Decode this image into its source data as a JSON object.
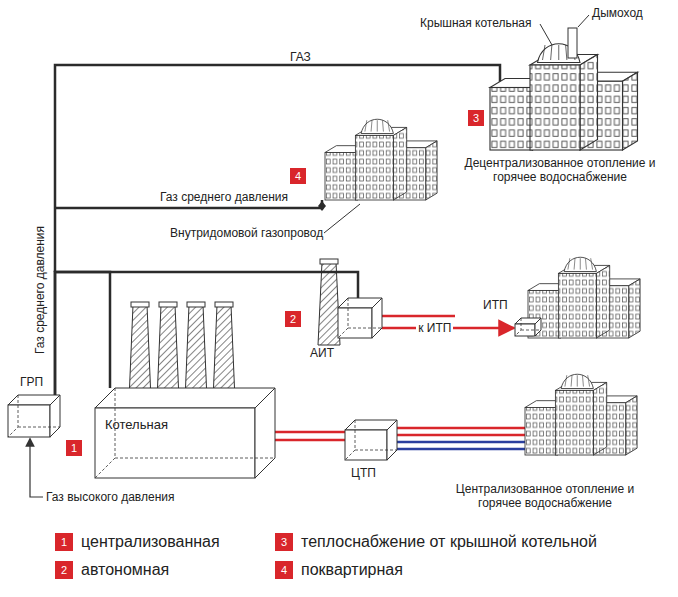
{
  "diagram": {
    "nodes": [
      {
        "text": [
          "ГРП"
        ]
      },
      {
        "text": [
          "Котельная"
        ]
      },
      {
        "text": [
          "АИТ"
        ]
      },
      {
        "text": [
          "ИТП"
        ]
      },
      {
        "text": [
          "ЦТП"
        ]
      }
    ],
    "edges": [
      {
        "from": 0,
        "to": 1,
        "arrow": "none"
      },
      {
        "from": 0,
        "to": 2,
        "arrow": "none"
      },
      {
        "from": 1,
        "to": 4,
        "arrow": "none"
      },
      {
        "from": 2,
        "to": 3,
        "label": "к ИТП",
        "arrow": "to"
      }
    ],
    "labels": [
      "ГАЗ",
      "Крышная котельная",
      "Дымоход",
      "3",
      "Децентрализованное отопление и горячее водоснабжение",
      "4",
      "Газ среднего давления",
      "Внутридомовой газопровод",
      "Газ среднего давления",
      "2",
      "Газ высокого давления",
      "1",
      "Централизованное отопление и горячее водоснабжение",
      "1",
      "2",
      "3",
      "4"
    ],
    "legend": [
      {
        "text": "централизованная",
        "color": "#d9262b"
      },
      {
        "text": "автономная",
        "color": "#d9262b"
      },
      {
        "text": "теплоснабжение от крышной котельной",
        "color": "#d9262b"
      },
      {
        "text": "поквартирная",
        "color": "#d9262b"
      }
    ]
  }
}
